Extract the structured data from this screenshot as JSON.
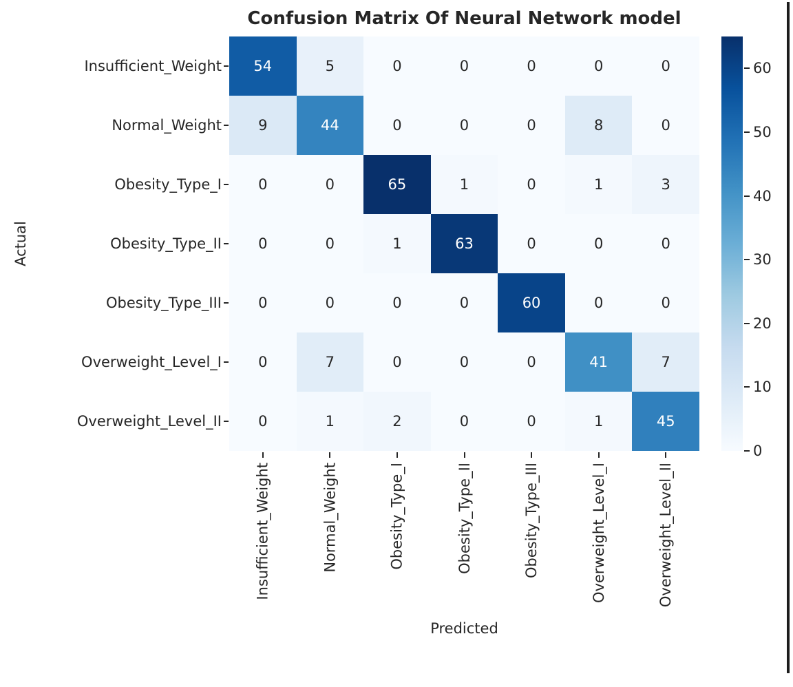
{
  "figure": {
    "title": "Confusion Matrix Of Neural Network model",
    "x_axis_title": "Predicted",
    "y_axis_title": "Actual"
  },
  "chart_data": {
    "type": "heatmap",
    "title": "Confusion Matrix Of Neural Network model",
    "xlabel": "Predicted",
    "ylabel": "Actual",
    "x_tick_labels": [
      "Insufficient_Weight",
      "Normal_Weight",
      "Obesity_Type_I",
      "Obesity_Type_II",
      "Obesity_Type_III",
      "Overweight_Level_I",
      "Overweight_Level_II"
    ],
    "y_tick_labels": [
      "Insufficient_Weight",
      "Normal_Weight",
      "Obesity_Type_I",
      "Obesity_Type_II",
      "Obesity_Type_III",
      "Overweight_Level_I",
      "Overweight_Level_II"
    ],
    "matrix": [
      [
        54,
        5,
        0,
        0,
        0,
        0,
        0
      ],
      [
        9,
        44,
        0,
        0,
        0,
        8,
        0
      ],
      [
        0,
        0,
        65,
        1,
        0,
        1,
        3
      ],
      [
        0,
        0,
        1,
        63,
        0,
        0,
        0
      ],
      [
        0,
        0,
        0,
        0,
        60,
        0,
        0
      ],
      [
        0,
        7,
        0,
        0,
        0,
        41,
        7
      ],
      [
        0,
        1,
        2,
        0,
        0,
        1,
        45
      ]
    ],
    "colormap": "Blues",
    "vmin": 0,
    "vmax": 65,
    "colorbar_ticks": [
      0,
      10,
      20,
      30,
      40,
      50,
      60
    ],
    "legend_position": "colorbar-right",
    "grid": false,
    "colors": {
      "cmap_low": "#f7fbff",
      "cmap_high": "#08306b",
      "annotation_dark": "#262626",
      "annotation_light": "#ffffff",
      "background": "#ffffff"
    }
  }
}
